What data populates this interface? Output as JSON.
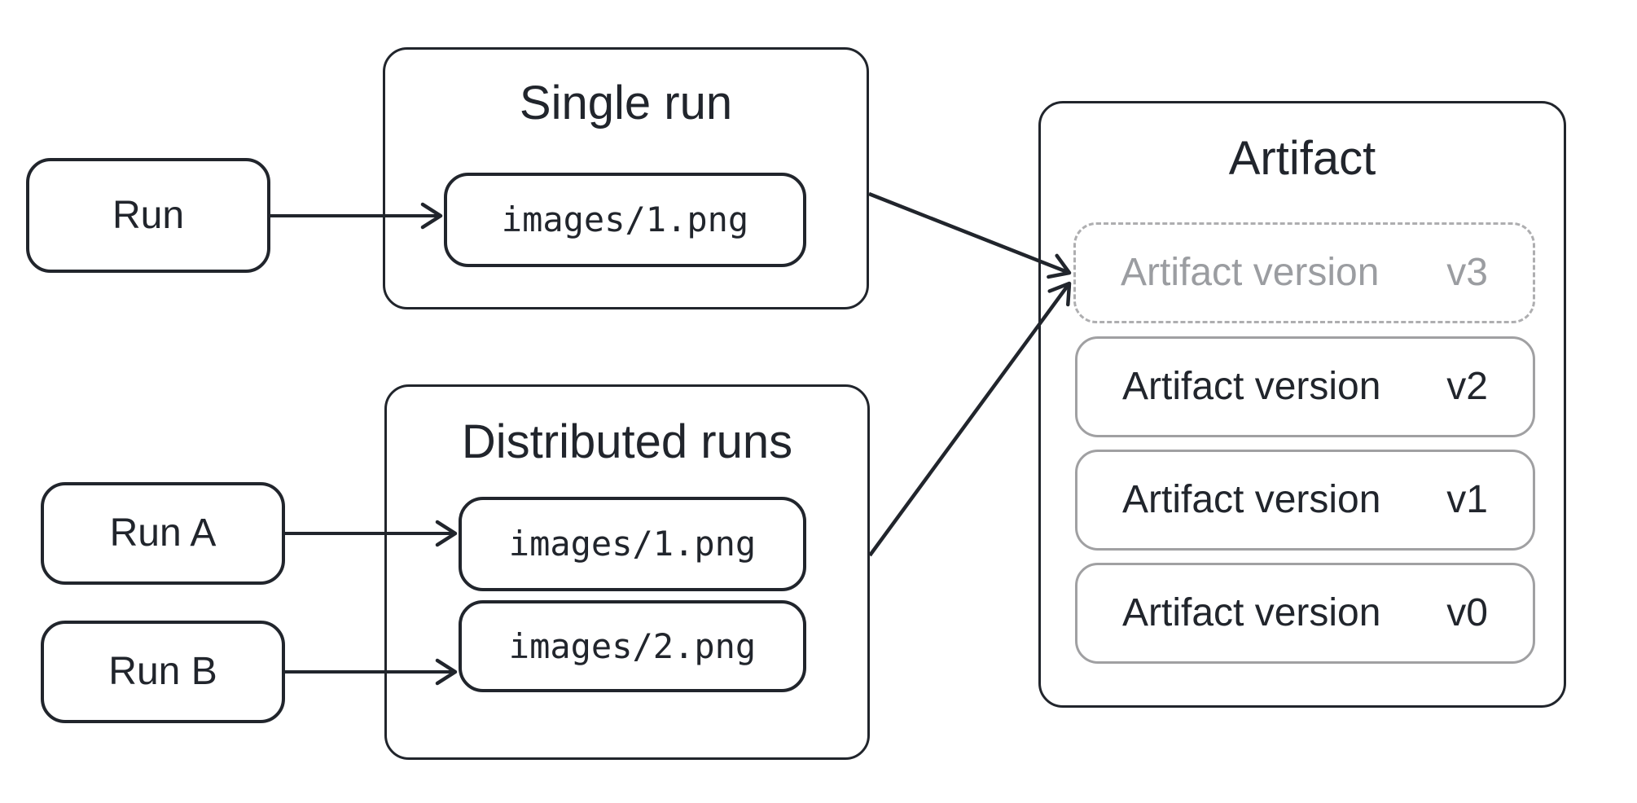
{
  "diagram": {
    "run_box": {
      "label": "Run"
    },
    "single_run": {
      "title": "Single run",
      "file_box": {
        "label": "images/1.png"
      }
    },
    "distributed_runs": {
      "title": "Distributed runs",
      "run_a": {
        "label": "Run A"
      },
      "run_b": {
        "label": "Run B"
      },
      "file_box_1": {
        "label": "images/1.png"
      },
      "file_box_2": {
        "label": "images/2.png"
      }
    },
    "artifact": {
      "title": "Artifact",
      "versions": [
        {
          "label": "Artifact version",
          "tag": "v3",
          "dashed": true
        },
        {
          "label": "Artifact version",
          "tag": "v2",
          "dashed": false
        },
        {
          "label": "Artifact version",
          "tag": "v1",
          "dashed": false
        },
        {
          "label": "Artifact version",
          "tag": "v0",
          "dashed": false
        }
      ]
    },
    "colors": {
      "ink": "#21252c",
      "gray_border": "#a0a0a2",
      "gray_text": "#9b9da1",
      "dash_border": "#aeaeb0",
      "background": "#ffffff"
    }
  }
}
